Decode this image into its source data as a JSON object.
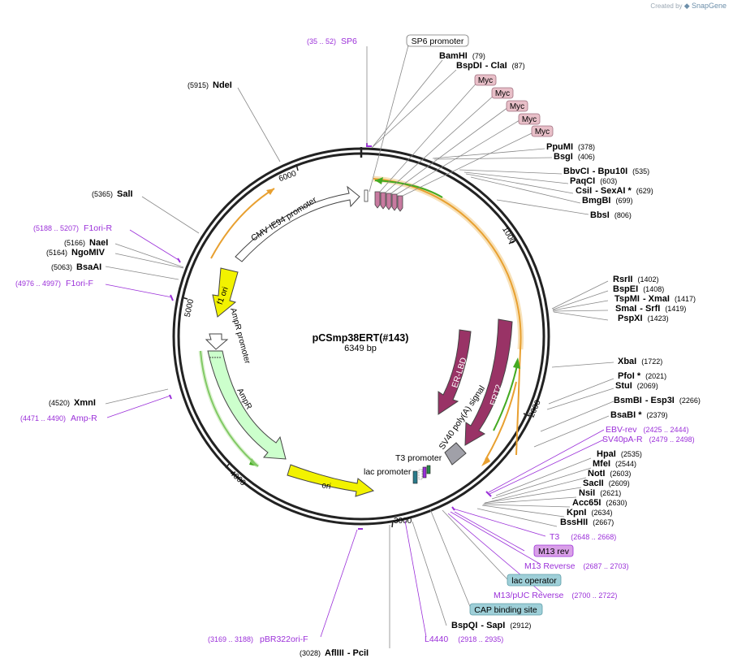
{
  "credit": {
    "prefix": "Created by",
    "brand": "SnapGene"
  },
  "plasmid": {
    "name": "pCSmp38ERT(#143)",
    "size": "6349 bp"
  },
  "ticks": [
    "1000",
    "2000",
    "3000",
    "4000",
    "5000",
    "6000"
  ],
  "features": {
    "cmv": "CMV IE94 promoter",
    "f1ori": "f1 ori",
    "ampr_promoter": "AmpR promoter",
    "ampr": "AmpR",
    "ori": "ori",
    "er_lbd": "ER-LBD",
    "ert2": "ERT2",
    "sv40": "SV40 poly(A) signal",
    "t3_promoter": "T3 promoter",
    "lac_promoter": "lac promoter"
  },
  "boxed": {
    "sp6_promoter": "SP6 promoter",
    "myc": [
      "Myc",
      "Myc",
      "Myc",
      "Myc",
      "Myc"
    ],
    "m13_rev": "M13 rev",
    "lac_operator": "lac operator",
    "cap_site": "CAP binding site"
  },
  "sites_right": [
    {
      "name": "BamHI",
      "pos": "(79)"
    },
    {
      "name": "BspDI",
      "name2": "ClaI",
      "pos": "(87)"
    },
    {
      "name": "PpuMI",
      "pos": "(378)"
    },
    {
      "name": "BsgI",
      "pos": "(406)"
    },
    {
      "name": "BbvCI",
      "name2": "Bpu10I",
      "pos": "(535)"
    },
    {
      "name": "PaqCI",
      "pos": "(603)"
    },
    {
      "name": "CsiI",
      "name2": "SexAI *",
      "pos": "(629)"
    },
    {
      "name": "BmgBI",
      "pos": "(699)"
    },
    {
      "name": "BbsI",
      "pos": "(806)"
    },
    {
      "name": "RsrII",
      "pos": "(1402)"
    },
    {
      "name": "BspEI",
      "pos": "(1408)"
    },
    {
      "name": "TspMI",
      "name2": "XmaI",
      "pos": "(1417)"
    },
    {
      "name": "SmaI",
      "name2": "SrfI",
      "pos": "(1419)"
    },
    {
      "name": "PspXI",
      "pos": "(1423)"
    },
    {
      "name": "XbaI",
      "pos": "(1722)"
    },
    {
      "name": "PfoI *",
      "pos": "(2021)"
    },
    {
      "name": "StuI",
      "pos": "(2069)"
    },
    {
      "name": "BsmBI",
      "name2": "Esp3I",
      "pos": "(2266)"
    },
    {
      "name": "BsaBI *",
      "pos": "(2379)"
    },
    {
      "name": "HpaI",
      "pos": "(2535)"
    },
    {
      "name": "MfeI",
      "pos": "(2544)"
    },
    {
      "name": "NotI",
      "pos": "(2603)"
    },
    {
      "name": "SacII",
      "pos": "(2609)"
    },
    {
      "name": "NsiI",
      "pos": "(2621)"
    },
    {
      "name": "Acc65I",
      "pos": "(2630)"
    },
    {
      "name": "KpnI",
      "pos": "(2634)"
    },
    {
      "name": "BssHII",
      "pos": "(2667)"
    },
    {
      "name": "BspQI",
      "name2": "SapI",
      "pos": "(2912)"
    },
    {
      "name": "AflIII",
      "name2": "PciI",
      "pos": "(3028)"
    }
  ],
  "sites_left": [
    {
      "name": "NdeI",
      "pos": "(5915)"
    },
    {
      "name": "SalI",
      "pos": "(5365)"
    },
    {
      "name": "NaeI",
      "pos": "(5166)"
    },
    {
      "name": "NgoMIV",
      "pos": "(5164)"
    },
    {
      "name": "BsaAI",
      "pos": "(5063)"
    },
    {
      "name": "XmnI",
      "pos": "(4520)"
    }
  ],
  "primers": [
    {
      "name": "SP6",
      "pos": "(35 .. 52)"
    },
    {
      "name": "F1ori-R",
      "pos": "(5188 .. 5207)"
    },
    {
      "name": "F1ori-F",
      "pos": "(4976 .. 4997)"
    },
    {
      "name": "Amp-R",
      "pos": "(4471 .. 4490)"
    },
    {
      "name": "EBV-rev",
      "pos": "(2425 .. 2444)"
    },
    {
      "name": "SV40pA-R",
      "pos": "(2479 .. 2498)"
    },
    {
      "name": "T3",
      "pos": "(2648 .. 2668)"
    },
    {
      "name": "M13 Reverse",
      "pos": "(2687 .. 2703)"
    },
    {
      "name": "M13/pUC Reverse",
      "pos": "(2700 .. 2722)"
    },
    {
      "name": "L4440",
      "pos": "(2918 .. 2935)"
    },
    {
      "name": "pBR322ori-F",
      "pos": "(3169 .. 3188)"
    }
  ],
  "colors": {
    "backbone": "#222222",
    "primer": "#9b30d9",
    "f1ori": "#f2f200",
    "ampr": "#ccffcc",
    "ert2": "#993366",
    "sv40": "#a0a0a8",
    "myc": "#e8bfc8",
    "lac_operator": "#9ecfd8",
    "orf_orange": "#e8a030",
    "orf_green": "#44aa22",
    "credit_brand": "#6d8faa"
  }
}
